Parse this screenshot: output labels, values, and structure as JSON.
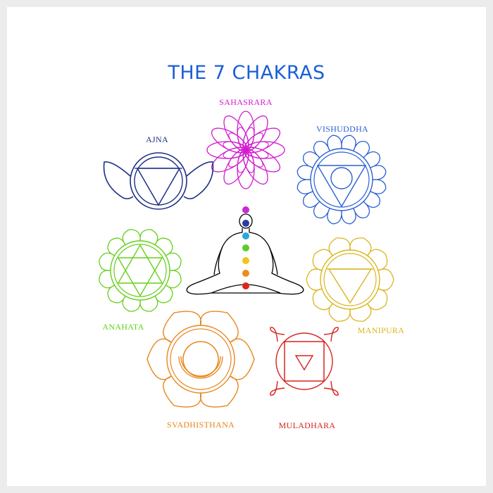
{
  "title": "THE 7 CHAKRAS",
  "chakras": [
    {
      "name": "SAHASRARA",
      "color": "#d21ccf"
    },
    {
      "name": "AJNA",
      "color": "#1d2f84"
    },
    {
      "name": "VISHUDDHA",
      "color": "#2a5fd3"
    },
    {
      "name": "ANAHATA",
      "color": "#66cf1a"
    },
    {
      "name": "MANIPURA",
      "color": "#d9b61f"
    },
    {
      "name": "SVADHISTHANA",
      "color": "#e8861c"
    },
    {
      "name": "MULADHARA",
      "color": "#d8231c"
    }
  ],
  "colors": {
    "title": "#1b5fd6",
    "figure": "#000000",
    "background": "#ffffff"
  },
  "figure_dots": [
    "#c92ad3",
    "#2b3ca3",
    "#2aa5df",
    "#5ccc2a",
    "#f0c419",
    "#f08b1c",
    "#e0261c"
  ]
}
